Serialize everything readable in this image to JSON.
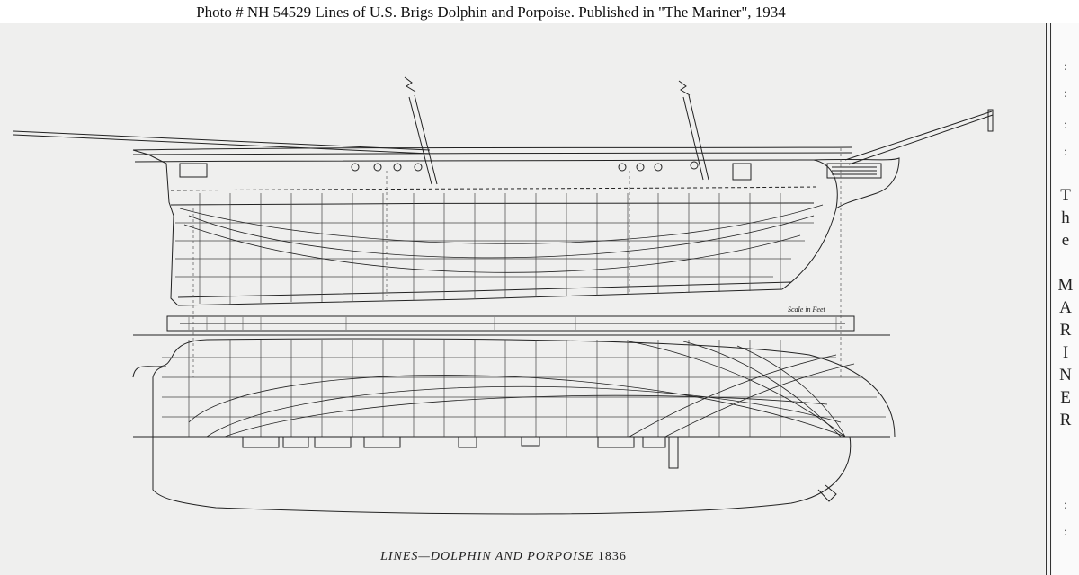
{
  "header": {
    "caption": "Photo #   NH 54529    Lines of U.S. Brigs Dolphin and Porpoise.  Published in \"The Mariner\", 1934"
  },
  "margin": {
    "vertical_title": "The MARINER",
    "dots_top": ":",
    "dots_bottom": ":"
  },
  "drawing": {
    "scale_label": "Scale in Feet",
    "lines_title": "LINES—DOLPHIN AND PORPOISE",
    "lines_year": "1836"
  }
}
